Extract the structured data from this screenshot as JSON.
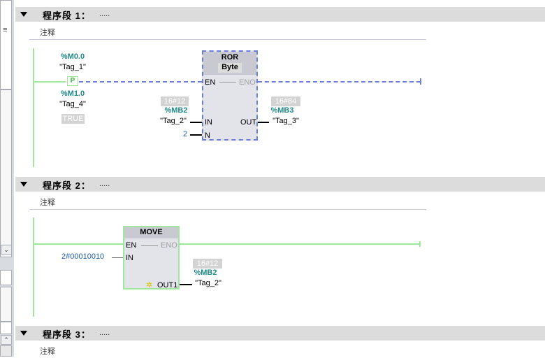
{
  "networks": [
    {
      "title": "程序段 1：",
      "dots": ".....",
      "comment": "注释",
      "contact": {
        "symbol": "P",
        "address": "%M0.0",
        "tag": "\"Tag_1\"",
        "edge_address": "%M1.0",
        "edge_tag": "\"Tag_4\"",
        "edge_status": "TRUE"
      },
      "block": {
        "name": "ROR",
        "type": "Byte",
        "pins": {
          "en": "EN",
          "eno": "ENO",
          "in": "IN",
          "n": "N",
          "out": "OUT"
        },
        "in_value": "16#12",
        "in_address": "%MB2",
        "in_tag": "\"Tag_2\"",
        "n_value": "2",
        "out_value": "16#84",
        "out_address": "%MB3",
        "out_tag": "\"Tag_3\""
      }
    },
    {
      "title": "程序段 2：",
      "dots": ".....",
      "comment": "注释",
      "block": {
        "name": "MOVE",
        "pins": {
          "en": "EN",
          "eno": "ENO",
          "in": "IN",
          "out": "OUT1"
        },
        "in_value": "2#00010010",
        "out_value": "16#12",
        "out_address": "%MB2",
        "out_tag": "\"Tag_2\""
      }
    },
    {
      "title": "程序段 3：",
      "dots": ".....",
      "comment": "注释"
    }
  ],
  "rail": {
    "menu_icon": "≡",
    "down_icon": "⌄",
    "up_icon": "⌃"
  },
  "colors": {
    "power_flow": "#9ee89e",
    "no_flow": "#6b7ed8",
    "address": "#1e8a8a",
    "literal": "#1c5aa8"
  }
}
